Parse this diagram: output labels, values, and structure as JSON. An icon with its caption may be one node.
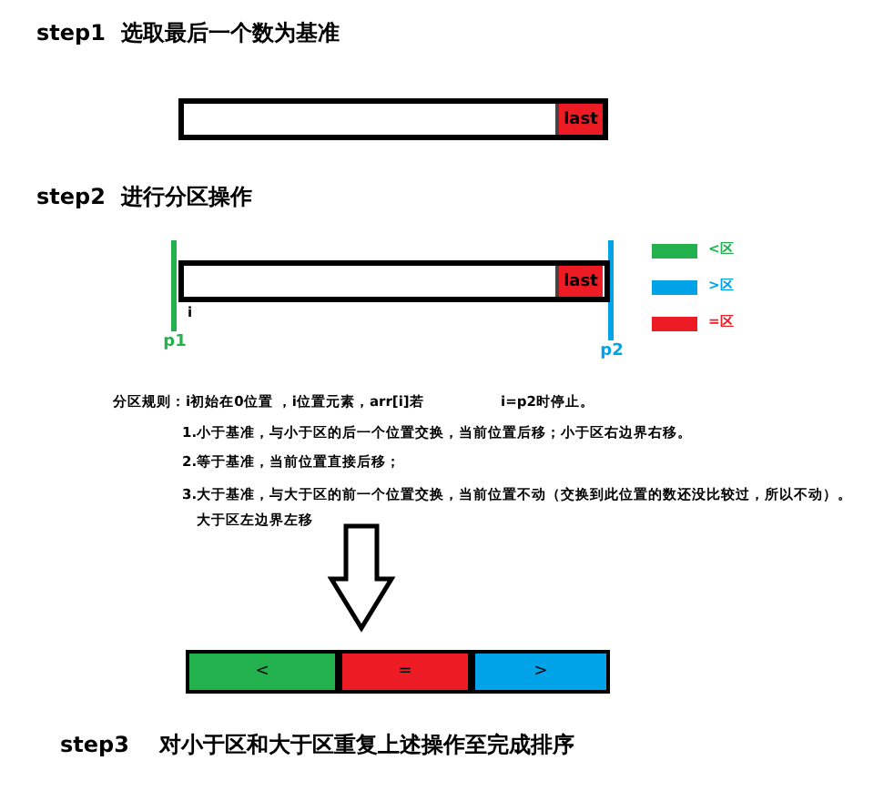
{
  "diagram": {
    "nodes": [
      {
        "text": [],
        "shape": "box"
      },
      {
        "text": [
          "last"
        ],
        "in": 0
      },
      {
        "text": [],
        "shape": "box"
      },
      {
        "text": [
          "last"
        ],
        "in": 2
      },
      {
        "text": [
          "<"
        ]
      },
      {
        "text": [
          "="
        ]
      },
      {
        "text": [
          ">"
        ]
      },
      {
        "text": [
          "p1"
        ]
      },
      {
        "text": [
          "p2"
        ]
      }
    ],
    "edges": [
      {
        "from": 7,
        "to": 2,
        "arrow": "none",
        "color": "#22b14c"
      },
      {
        "from": 8,
        "to": 2,
        "arrow": "none",
        "color": "#00a2e8"
      }
    ],
    "labels": [
      "step1  选取最后一个数为基准",
      "step2  进行分区操作",
      "i",
      "分区规则：i初始在0位置 ，i位置元素，arr[i]若",
      "i=p2时停止。",
      "1.小于基准，与小于区的后一个位置交换，当前位置后移；小于区右边界右移。",
      "2.等于基准，当前位置直接后移；",
      "3.大于基准，与大于区的前一个位置交换，当前位置不动（交换到此位置的数还没比较过，所以不动）。大于区左边界左移",
      "step3    对小于区和大于区重复上述操作至完成排序"
    ],
    "legend": [
      {
        "text": "<区",
        "color": "#22b14c"
      },
      {
        "text": ">区",
        "color": "#00a2e8"
      },
      {
        "text": "=区",
        "color": "#ed1c24"
      }
    ]
  }
}
